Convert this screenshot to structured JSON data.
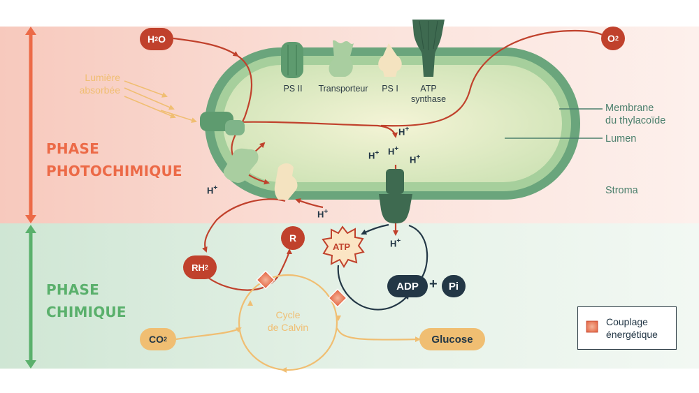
{
  "phases": {
    "photochemical": [
      "PHASE",
      "PHOTOCHIMIQUE"
    ],
    "chemical": [
      "PHASE",
      "CHIMIQUE"
    ]
  },
  "light_label": [
    "Lumière",
    "absorbée"
  ],
  "membrane_proteins": {
    "ps2": "PS II",
    "transporter": "Transporteur",
    "ps1": "PS I",
    "atp_synthase": [
      "ATP",
      "synthase"
    ]
  },
  "structure_labels": {
    "membrane": [
      "Membrane",
      "du thylacoïde"
    ],
    "lumen": "Lumen",
    "stroma": "Stroma"
  },
  "molecules": {
    "water": {
      "base": "H",
      "sub": "2",
      "tail": "O"
    },
    "oxygen": {
      "base": "O",
      "sub": "2"
    },
    "rh2": {
      "base": "RH",
      "sub": "2"
    },
    "r": "R",
    "atp": "ATP",
    "adp": "ADP",
    "plus": "+",
    "pi": "Pi",
    "co2": {
      "base": "CO",
      "sub": "2"
    },
    "glucose": "Glucose"
  },
  "proton": {
    "base": "H",
    "sup": "+"
  },
  "calvin_label": [
    "Cycle",
    "de Calvin"
  ],
  "legend": {
    "text": [
      "Couplage",
      "énergétique"
    ]
  },
  "colors": {
    "photochemical_accent": "#ec6a47",
    "chemical_accent": "#5ab06c",
    "red_path": "#c0412c",
    "calvin_path": "#f0be72",
    "navy": "#233746",
    "membrane_green": "#6aa57c",
    "lumen": "#e7efcf"
  }
}
